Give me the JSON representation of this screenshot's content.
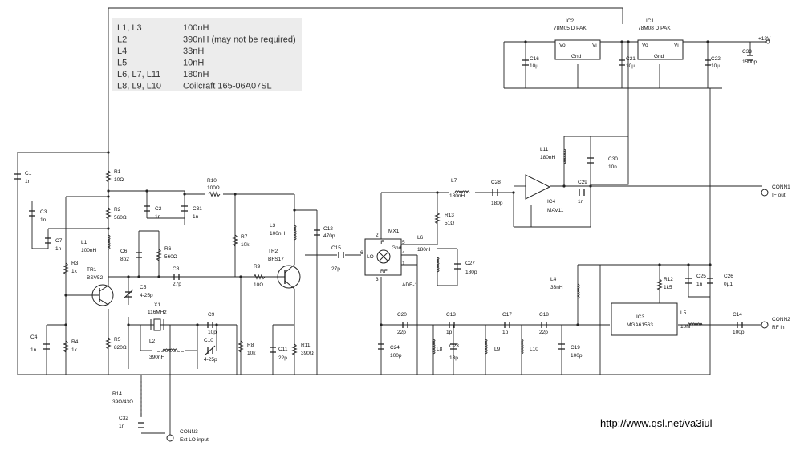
{
  "table": [
    [
      "L1, L3",
      "100nH"
    ],
    [
      "L2",
      "390nH (may not be required)"
    ],
    [
      "L4",
      "33nH"
    ],
    [
      "L5",
      "10nH"
    ],
    [
      "L6, L7, L11",
      "180nH"
    ],
    [
      "L8, L9, L10",
      "Coilcraft 165-06A07SL"
    ]
  ],
  "url": "http://www.qsl.net/va3iul",
  "supply": "+12V",
  "labels": {
    "ic2_name": "IC2",
    "ic2_part": "78M05 D PAK",
    "ic1_name": "IC1",
    "ic1_part": "78M08 D PAK",
    "reg_vo": "Vo",
    "reg_vi": "Vi",
    "reg_gnd": "Gnd",
    "pin1": "1",
    "pin2": "2",
    "pin3": "3",
    "pin4": "4",
    "pin5": "5",
    "pin6": "6",
    "c16": "C16",
    "c16v": "10µ",
    "c21": "C21",
    "c21v": "10µ",
    "c22": "C22",
    "c22v": "10µ",
    "c33": "C33",
    "c33v": "1500p",
    "c1": "C1",
    "c1v": "1n",
    "c3": "C3",
    "c3v": "1n",
    "c7": "C7",
    "c7v": "1n",
    "c4": "C4",
    "c4v": "1n",
    "r1": "R1",
    "r1v": "10Ω",
    "r2": "R2",
    "r2v": "560Ω",
    "r3": "R3",
    "r3v": "1k",
    "r4": "R4",
    "r4v": "1k",
    "r5": "R5",
    "r5v": "820Ω",
    "c2": "C2",
    "c2v": "1n",
    "c31": "C31",
    "c31v": "1n",
    "r10": "R10",
    "r10v": "100Ω",
    "l1": "L1",
    "l1v": "100nH",
    "tr1": "TR1",
    "tr1v": "BSV52",
    "c6": "C6",
    "c6v": "8p2",
    "r6": "R6",
    "r6v": "560Ω",
    "c8": "C8",
    "c8v": "27p",
    "c5": "C5",
    "c5v": "4-25p",
    "x1": "X1",
    "x1v": "116MHz",
    "c9": "C9",
    "c9v": "10p",
    "l2": "L2",
    "l2v": "390nH",
    "c10": "C10",
    "c10v": "4-25p",
    "r7": "R7",
    "r7v": "10k",
    "r9": "R9",
    "r9v": "10Ω",
    "r8": "R8",
    "r8v": "10k",
    "c11": "C11",
    "c11v": "22p",
    "r11": "R11",
    "r11v": "390Ω",
    "l3": "L3",
    "l3v": "100nH",
    "c12": "C12",
    "c12v": "470p",
    "tr2": "TR2",
    "tr2v": "BFS17",
    "c15": "C15",
    "c15v": "27p",
    "mx1": "MX1",
    "ade": "ADE-1",
    "mx_if": "IF",
    "mx_lo": "LO",
    "mx_rf": "RF",
    "mx_gnd": "Gnd",
    "l7": "L7",
    "l7v": "180nH",
    "c28": "C28",
    "c28v": "180p",
    "r13": "R13",
    "r13v": "51Ω",
    "l6": "L6",
    "l6v": "180nH",
    "c27": "C27",
    "c27v": "180p",
    "ic4": "IC4",
    "ic4v": "MAV11",
    "l11": "L11",
    "l11v": "180nH",
    "c30": "C30",
    "c30v": "10n",
    "c29": "C29",
    "c29v": "1n",
    "conn1": "CONN1",
    "conn1v": "IF out",
    "c20": "C20",
    "c20v": "22p",
    "c13": "C13",
    "c13v": "1p",
    "c17": "C17",
    "c17v": "1p",
    "c18": "C18",
    "c18v": "22p",
    "c24": "C24",
    "c24v": "100p",
    "l8": "L8",
    "c23": "C23",
    "c23v": "18p",
    "l9": "L9",
    "l10": "L10",
    "c19": "C19",
    "c19v": "100p",
    "l4": "L4",
    "l4v": "33nH",
    "ic3": "IC3",
    "ic3v": "MGA61563",
    "r12": "R12",
    "r12v": "1k5",
    "c25": "C25",
    "c25v": "1n",
    "c26": "C26",
    "c26v": "0µ1",
    "l5": "L5",
    "l5v": "10nH",
    "c14": "C14",
    "c14v": "100p",
    "conn2": "CONN2",
    "conn2v": "RF in",
    "r14": "R14",
    "r14v": "39Ω/43Ω",
    "c32": "C32",
    "c32v": "1n",
    "conn3": "CONN3",
    "conn3v": "Ext LO input"
  }
}
